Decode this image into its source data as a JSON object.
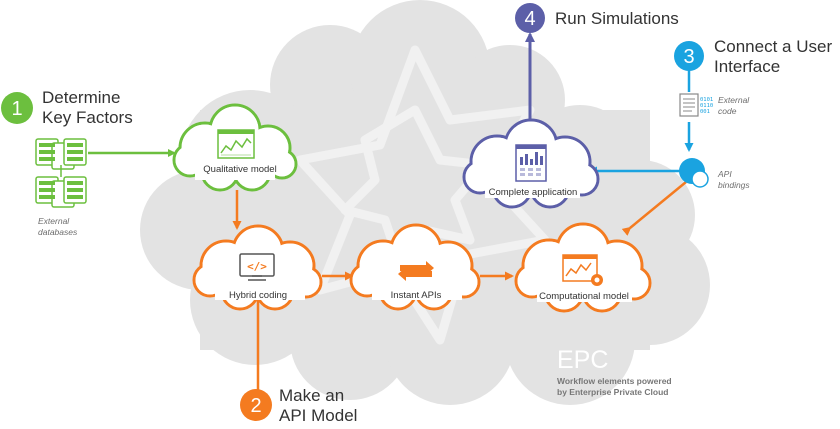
{
  "colors": {
    "green": "#6cbf3e",
    "orange": "#f47b20",
    "purple": "#5c5fa8",
    "blue": "#1aa3e0",
    "big_cloud": "#e3e3e3",
    "text": "#333333"
  },
  "steps": [
    {
      "number": "1",
      "line1": "Determine",
      "line2": "Key Factors",
      "color": "green"
    },
    {
      "number": "2",
      "line1": "Make an",
      "line2": "API Model",
      "color": "orange"
    },
    {
      "number": "3",
      "line1": "Connect a User",
      "line2": "Interface",
      "color": "blue"
    },
    {
      "number": "4",
      "line1": "Run Simulations",
      "line2": "",
      "color": "purple"
    }
  ],
  "clouds": {
    "qualitative": "Qualitative model",
    "hybrid": "Hybrid coding",
    "instant": "Instant APIs",
    "computational": "Computational model",
    "complete": "Complete application"
  },
  "labels": {
    "external_databases_1": "External",
    "external_databases_2": "databases",
    "external_code_1": "External",
    "external_code_2": "code",
    "api_bindings_1": "API",
    "api_bindings_2": "bindings",
    "code_glyph": "</>",
    "binary_1": "0101",
    "binary_2": "0110",
    "binary_3": "001"
  },
  "epc": {
    "title": "EPC",
    "subtitle_line1": "Workflow elements powered",
    "subtitle_line2": "by Enterprise Private Cloud"
  }
}
